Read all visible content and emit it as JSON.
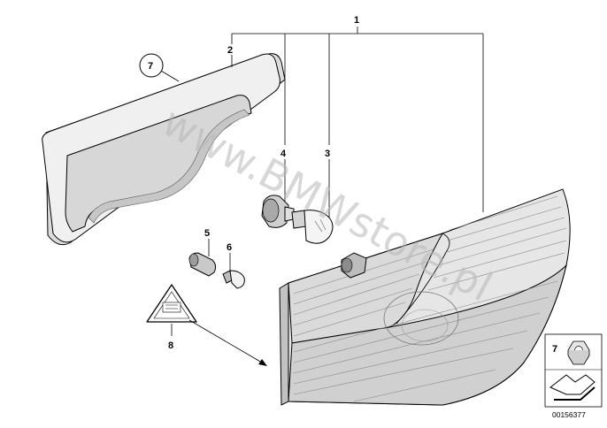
{
  "callouts": {
    "c1": "1",
    "c2": "2",
    "c3": "3",
    "c4": "4",
    "c5": "5",
    "c6": "6",
    "c7": "7",
    "c8": "8"
  },
  "watermark": "www.BMWstore.pl",
  "legend": {
    "nut_number": "7",
    "diagram_id": "00156377"
  },
  "colors": {
    "line": "#000000",
    "part_fill_light": "#f2f2f2",
    "part_fill_mid": "#d9d9d9",
    "part_fill_dark": "#b3b3b3",
    "watermark": "#b8b8b8"
  }
}
